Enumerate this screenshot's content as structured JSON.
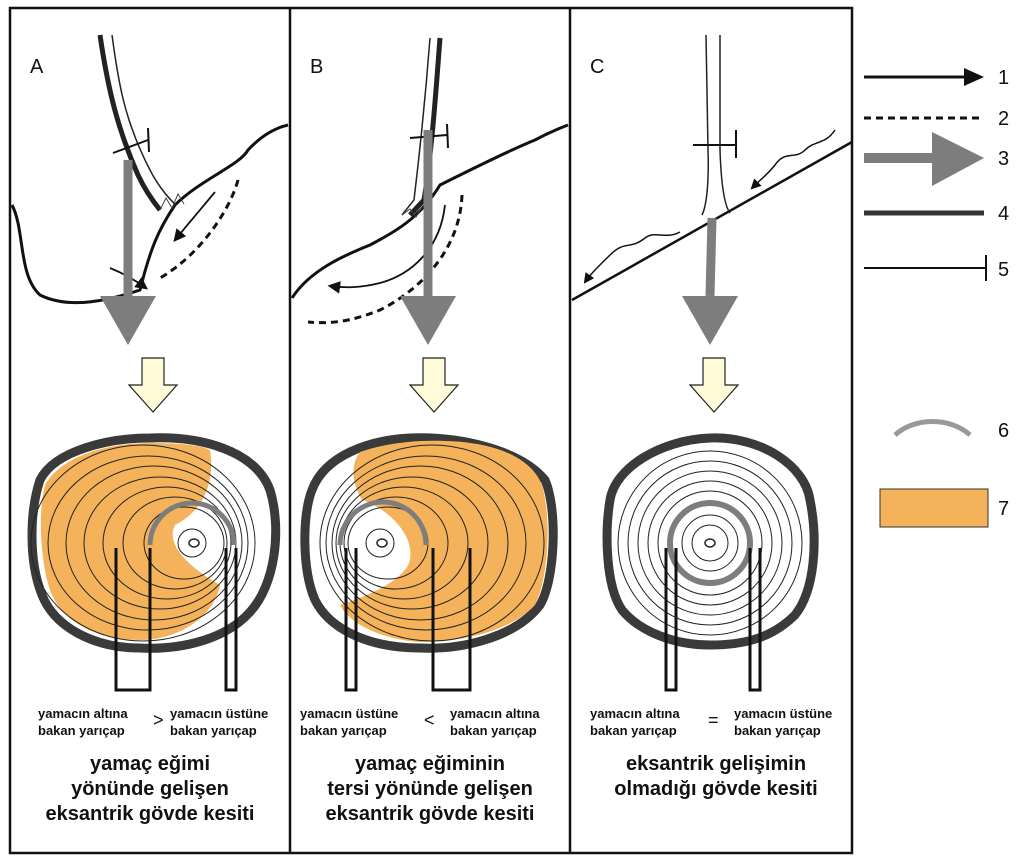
{
  "panels": [
    {
      "letter": "A",
      "left_label": [
        "yamacın altına",
        "bakan yarıçap"
      ],
      "sign": ">",
      "right_label": [
        "yamacın üstüne",
        "bakan yarıçap"
      ],
      "caption": [
        "yamaç eğimi",
        "yönünde gelişen",
        "eksantrik gövde kesiti"
      ]
    },
    {
      "letter": "B",
      "left_label": [
        "yamacın üstüne",
        "bakan yarıçap"
      ],
      "sign": "<",
      "right_label": [
        "yamacın altına",
        "bakan yarıçap"
      ],
      "caption": [
        "yamaç eğiminin",
        "tersi yönünde gelişen",
        "eksantrik gövde kesiti"
      ]
    },
    {
      "letter": "C",
      "left_label": [
        "yamacın altına",
        "bakan yarıçap"
      ],
      "sign": "=",
      "right_label": [
        "yamacın üstüne",
        "bakan yarıçap"
      ],
      "caption": [
        "eksantrik gelişimin",
        "olmadığı gövde kesiti"
      ]
    }
  ],
  "legend": [
    {
      "num": "1",
      "icon": "solid-arrow-icon"
    },
    {
      "num": "2",
      "icon": "dashed-line-icon"
    },
    {
      "num": "3",
      "icon": "gray-arrow-icon"
    },
    {
      "num": "4",
      "icon": "thick-line-icon"
    },
    {
      "num": "5",
      "icon": "t-bar-icon"
    },
    {
      "num": "6",
      "icon": "gray-arc-icon"
    },
    {
      "num": "7",
      "icon": "orange-box-icon"
    }
  ],
  "colors": {
    "orange": "#f4b35a",
    "gray_arrow": "#7d7d7d",
    "bark": "#3a3a3a",
    "pale_arrow": "#fffbd8"
  }
}
